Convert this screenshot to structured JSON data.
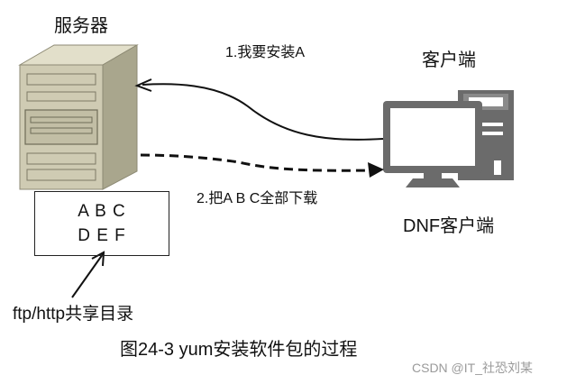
{
  "labels": {
    "server": "服务器",
    "client": "客户端",
    "dnf_client": "DNF客户端",
    "step1": "1.我要安装A",
    "step2": "2.把A B C全部下载",
    "share_dir": "ftp/http共享目录",
    "caption": "图24-3 yum安装软件包的过程",
    "watermark": "CSDN @IT_社恐刘某"
  },
  "files": {
    "row1": "A B C",
    "row2": "D E F"
  },
  "colors": {
    "server_front": "#cfcbb3",
    "server_side": "#a9a68d",
    "computer": "#6b6b6b"
  },
  "icons": [
    "server-icon",
    "desktop-computer-icon"
  ]
}
